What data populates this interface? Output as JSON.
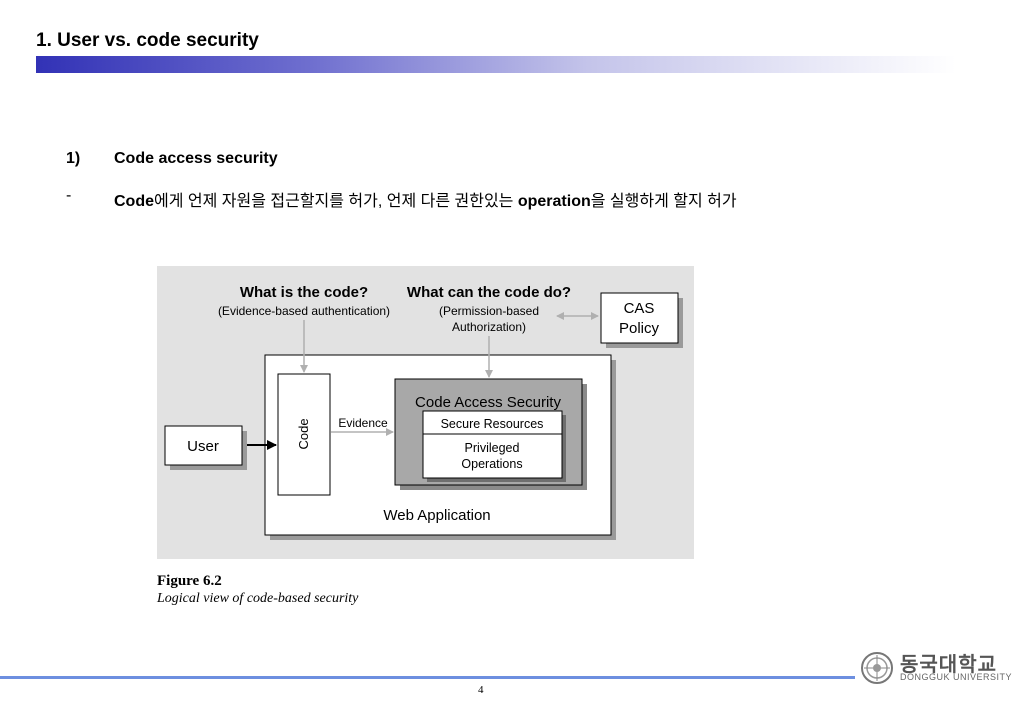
{
  "slide": {
    "title": "1. User vs. code security",
    "heading_num": "1)",
    "heading_text": "Code access security",
    "bullet_dash": "-",
    "bullet_parts": [
      "Code",
      "에게 언제 자원을 접근할지를 허가, 언제 다른 권한있는 ",
      "operation",
      "을 실행하게 할지 허가"
    ],
    "page_number": "4"
  },
  "diagram": {
    "q1": "What is the code?",
    "q1_sub": "(Evidence-based authentication)",
    "q2": "What can the code do?",
    "q2_sub1": "(Permission-based",
    "q2_sub2": "Authorization)",
    "cas_line1": "CAS",
    "cas_line2": "Policy",
    "user": "User",
    "code": "Code",
    "evidence": "Evidence",
    "cas_title": "Code Access Security",
    "secure_resources": "Secure Resources",
    "priv1": "Privileged",
    "priv2": "Operations",
    "web_app": "Web Application"
  },
  "caption": {
    "number": "Figure 6.2",
    "text": "Logical view of code-based security"
  },
  "logo": {
    "korean": "동국대학교",
    "english": "DONGGUK UNIVERSITY"
  }
}
